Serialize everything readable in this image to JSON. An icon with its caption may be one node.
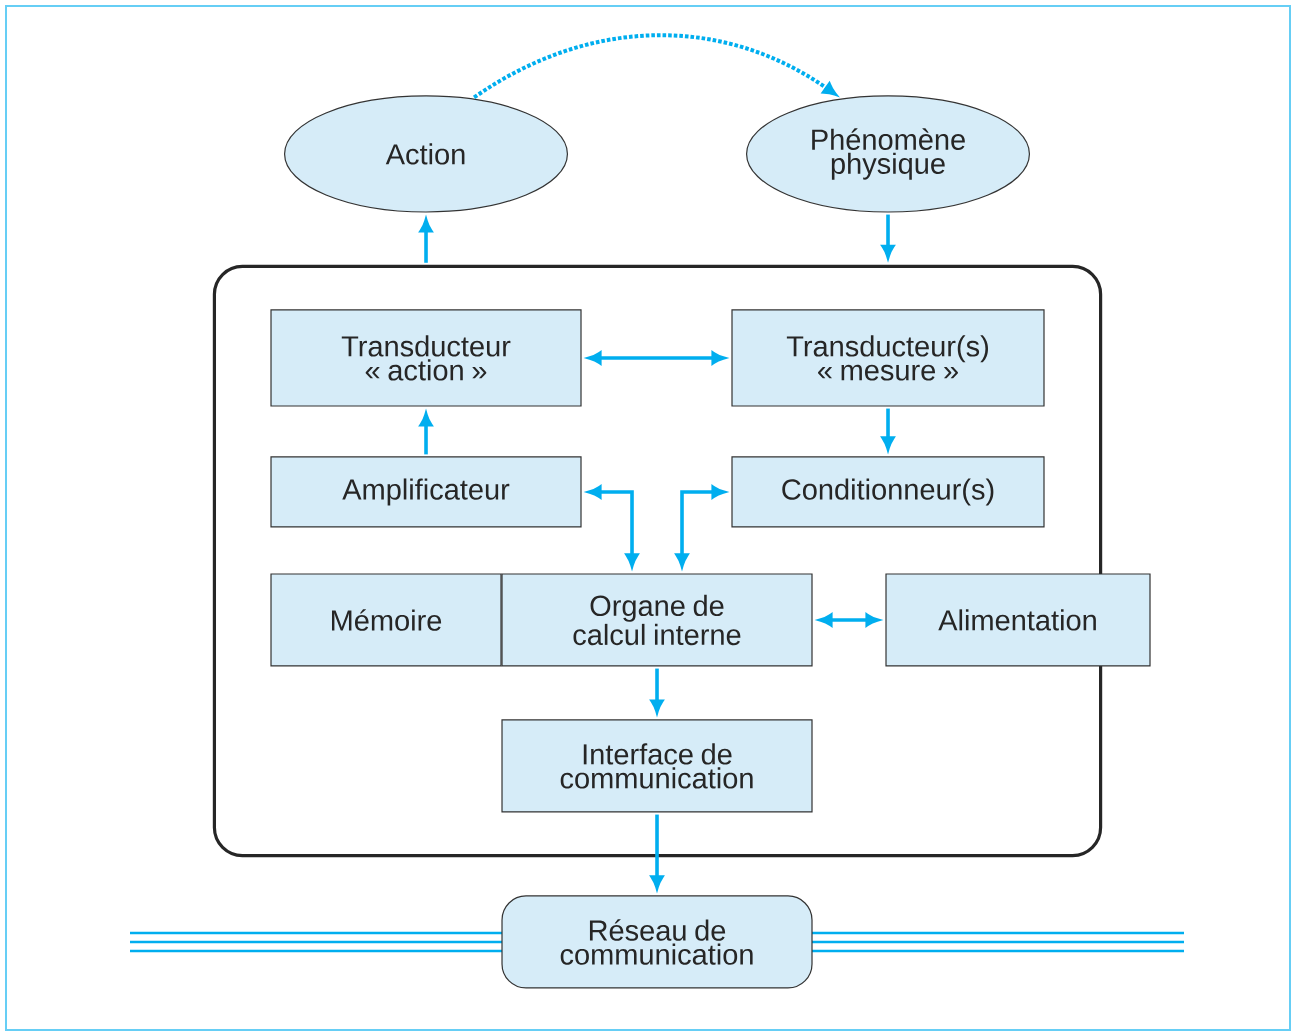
{
  "diagram": {
    "nodes": [
      {
        "text": [
          "Action"
        ]
      },
      {
        "text": [
          "Phénomène physique"
        ]
      },
      {
        "text": [],
        "shape": "box"
      },
      {
        "text": [
          "Transducteur « action »"
        ],
        "in": 2
      },
      {
        "text": [
          "Transducteur(s) « mesure »"
        ],
        "in": 2
      },
      {
        "text": [
          "Amplificateur"
        ],
        "in": 2
      },
      {
        "text": [
          "Conditionneur(s)"
        ],
        "in": 2
      },
      {
        "text": [
          "Mémoire"
        ],
        "in": 2
      },
      {
        "text": [
          "Organe de calcul interne"
        ],
        "in": 2
      },
      {
        "text": [
          "Alimentation"
        ]
      },
      {
        "text": [
          "Interface de communication"
        ],
        "in": 2
      },
      {
        "text": [
          "Réseau de communication"
        ]
      }
    ],
    "edges": [
      {
        "from": 0,
        "to": 1,
        "arrow": "to",
        "style": "dashed"
      },
      {
        "from": 2,
        "to": 0,
        "arrow": "to"
      },
      {
        "from": 1,
        "to": 2,
        "arrow": "to"
      },
      {
        "from": 3,
        "to": 4,
        "arrow": "both"
      },
      {
        "from": 5,
        "to": 3,
        "arrow": "to"
      },
      {
        "from": 4,
        "to": 6,
        "arrow": "to"
      },
      {
        "from": 5,
        "to": 8,
        "arrow": "both"
      },
      {
        "from": 6,
        "to": 8,
        "arrow": "both"
      },
      {
        "from": 8,
        "to": 9,
        "arrow": "both"
      },
      {
        "from": 8,
        "to": 10,
        "arrow": "to"
      },
      {
        "from": 10,
        "to": 11,
        "arrow": "to"
      }
    ]
  }
}
